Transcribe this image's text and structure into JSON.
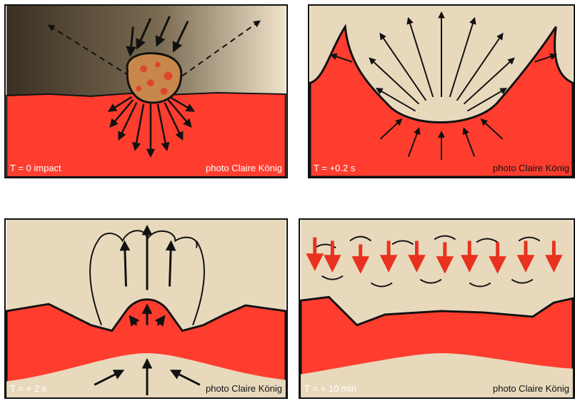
{
  "panels": [
    {
      "time_label": "T = 0 impact",
      "credit": "photo Claire König"
    },
    {
      "time_label": "T = +0.2 s",
      "credit": "photo Claire König"
    },
    {
      "time_label": "T = + 2 s",
      "credit": "photo Claire König"
    },
    {
      "time_label": "T = + 10 min",
      "credit": "photo Claire König"
    }
  ],
  "colors": {
    "target": "#ff3d2e",
    "sky": "#e8d9bd",
    "outline": "#111111",
    "arrow_red": "#e8321f"
  }
}
